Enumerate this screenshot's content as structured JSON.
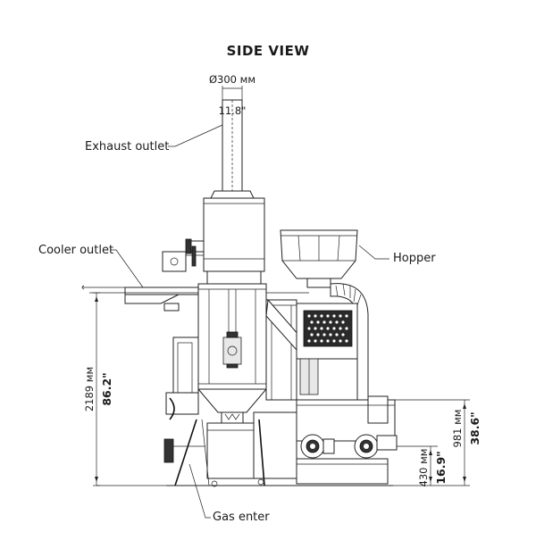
{
  "title": "SIDE VIEW",
  "labels": {
    "exhaust": "Exhaust outlet",
    "cooler": "Cooler outlet",
    "hopper": "Hopper",
    "gas": "Gas enter"
  },
  "dimensions": {
    "chimney_diameter_mm": "Ø300 мм",
    "chimney_diameter_in": "11.8\"",
    "total_height_mm": "2189 мм",
    "total_height_in": "86.2\"",
    "side_height_mm": "981 мм",
    "side_height_in": "38.6\"",
    "burner_height_mm": "430 мм",
    "burner_height_in": "16.9\""
  }
}
